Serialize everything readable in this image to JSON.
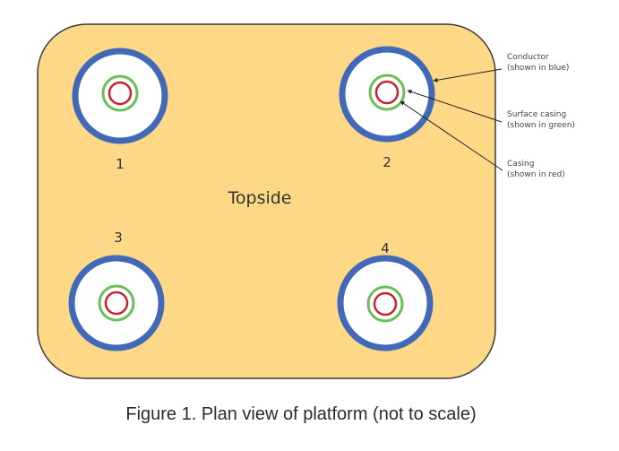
{
  "figure": {
    "caption": "Figure 1. Plan view of platform (not to scale)",
    "topside_label": "Topside",
    "platform_color": "#fdd886",
    "platform_border_color": "#3a3a3a",
    "wells": [
      {
        "number": "1"
      },
      {
        "number": "2"
      },
      {
        "number": "3"
      },
      {
        "number": "4"
      }
    ],
    "legend": [
      {
        "line1": "Conductor",
        "line2": "(shown in blue)",
        "color": "#4169b8"
      },
      {
        "line1": "Surface casing",
        "line2": "(shown in green)",
        "color": "#6bbf59"
      },
      {
        "line1": "Casing",
        "line2": "(shown in red)",
        "color": "#c8232c"
      }
    ]
  }
}
